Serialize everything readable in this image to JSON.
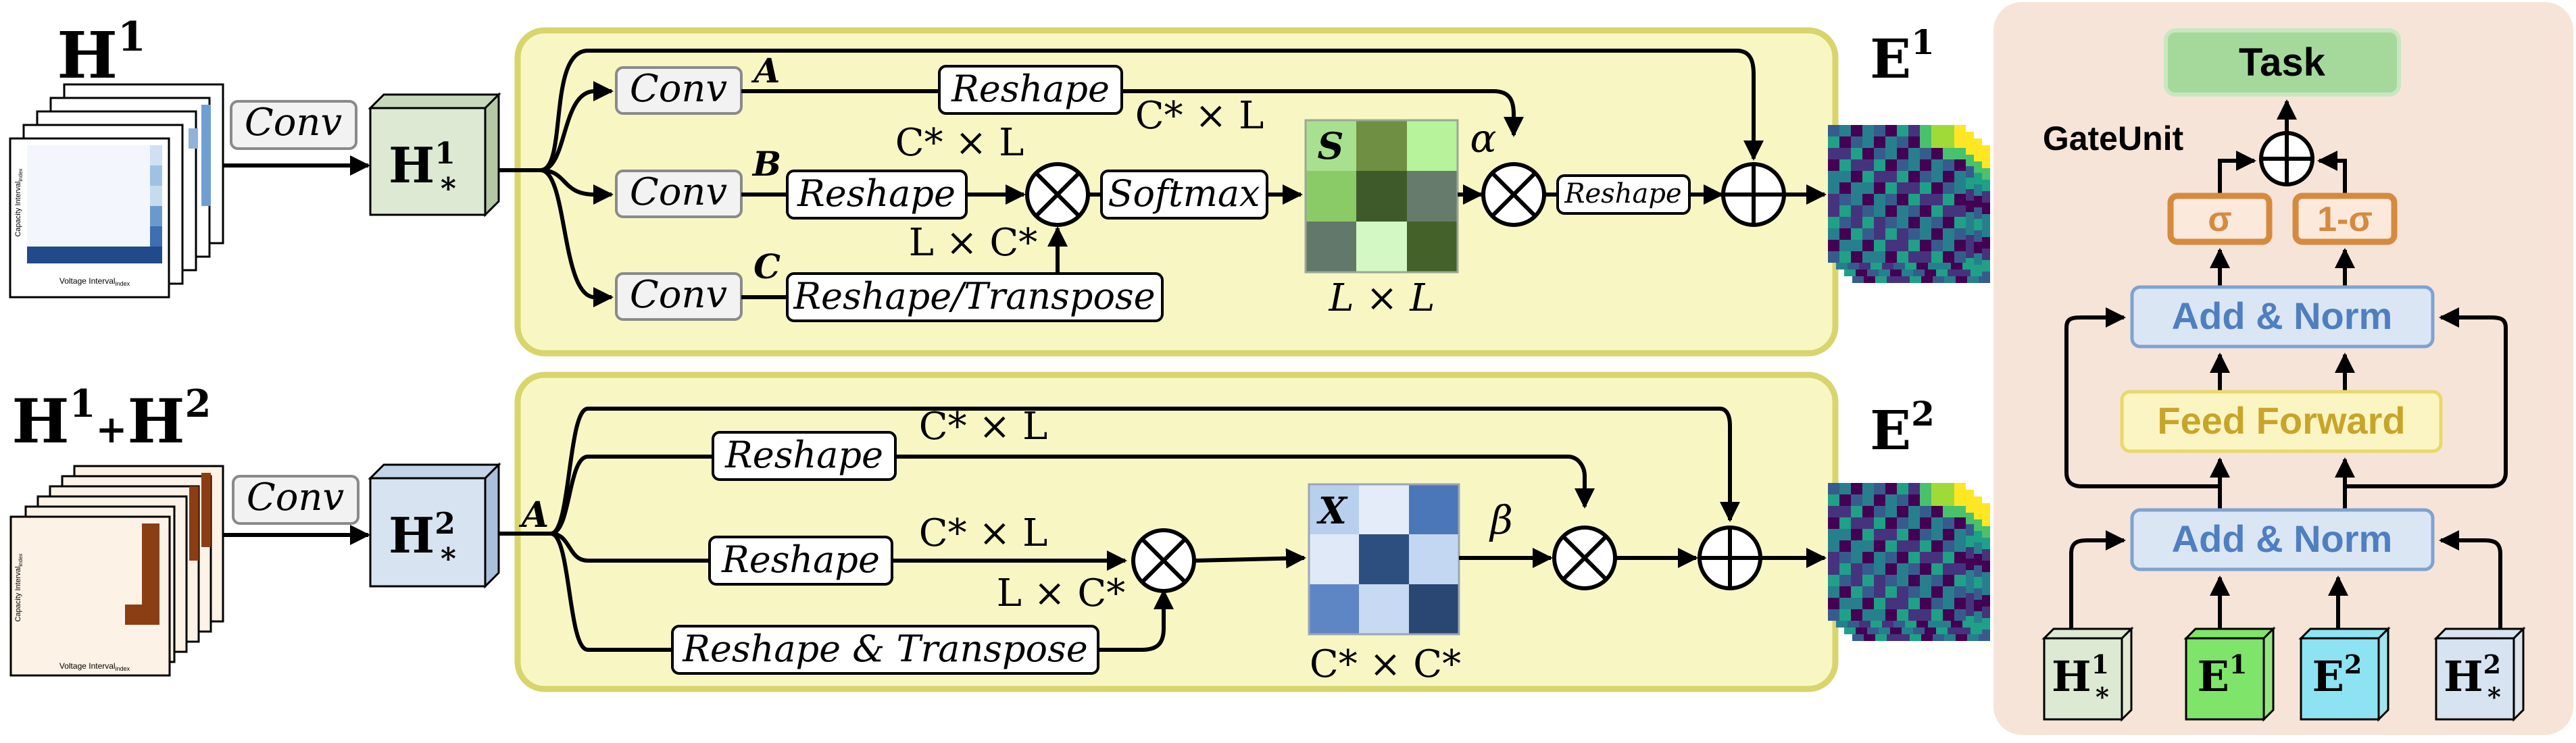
{
  "branch1": {
    "input_label": "H",
    "input_sup": "1",
    "conv_label": "Conv",
    "feature_label": "H",
    "feature_sup": "1",
    "feature_sub": "*",
    "convs": [
      "Conv",
      "Conv",
      "Conv"
    ],
    "tags": [
      "A",
      "B",
      "C"
    ],
    "reshape_a": "Reshape",
    "reshape_b": "Reshape",
    "reshape_c": "Reshape/Transpose",
    "dim_a": "C* × L",
    "dim_b": "C* × L",
    "dim_c": "L × C*",
    "softmax": "Softmax",
    "matrix_label": "S",
    "matrix_dim": "L × L",
    "coef": "α",
    "reshape_out": "Reshape",
    "output_label": "E",
    "output_sup": "1"
  },
  "branch2": {
    "input_label_a": "H",
    "input_sup_a": "1",
    "plus": "+",
    "input_label_b": "H",
    "input_sup_b": "2",
    "conv_label": "Conv",
    "feature_label": "H",
    "feature_sup": "2",
    "feature_sub": "*",
    "tag": "A",
    "reshape_1": "Reshape",
    "reshape_2": "Reshape",
    "reshape_3": "Reshape & Transpose",
    "dim_1": "C* × L",
    "dim_2": "C* × L",
    "dim_3": "L × C*",
    "matrix_label": "X",
    "matrix_dim": "C* × C*",
    "coef": "β",
    "output_label": "E",
    "output_sup": "2"
  },
  "heatmap_axes": {
    "ylabel": "Capacity Interval",
    "ylabel_sub": "index",
    "xlabel": "Voltage Interval",
    "xlabel_sub": "index"
  },
  "gate": {
    "task": "Task",
    "gate_unit": "GateUnit",
    "sigma": "σ",
    "one_minus_sigma": "1-σ",
    "add_norm_top": "Add & Norm",
    "feed_forward": "Feed Forward",
    "add_norm_bottom": "Add & Norm",
    "inputs": [
      {
        "label": "H",
        "sup": "1",
        "sub": "*",
        "color": "#dde9d3"
      },
      {
        "label": "E",
        "sup": "1",
        "sub": "",
        "color": "#7fe46a"
      },
      {
        "label": "E",
        "sup": "2",
        "sub": "",
        "color": "#8de3f2"
      },
      {
        "label": "H",
        "sup": "2",
        "sub": "*",
        "color": "#d7e3f1"
      }
    ]
  },
  "colors": {
    "panel_fill": "#f8f7c4",
    "panel_stroke": "#d7d56c",
    "gate_bg": "#f7e4d8",
    "task_fill": "#a5d99b",
    "norm_fill": "#dbe6f5",
    "norm_stroke": "#7ea2d3",
    "norm_text": "#4f7fbf",
    "ff_fill": "#fbf5c4",
    "ff_stroke": "#e9d86a",
    "ff_text": "#c8a52a",
    "sigma_stroke": "#d68a3e",
    "sigma_text": "#d68a3e",
    "h1_feature": "#dde9d3",
    "h2_feature": "#d7e3f1",
    "heat_dark": "#224a8a",
    "heat_light": "#f3f7fd",
    "heat_brown": "#8b3d13",
    "heat_cream": "#fdf2e6"
  }
}
